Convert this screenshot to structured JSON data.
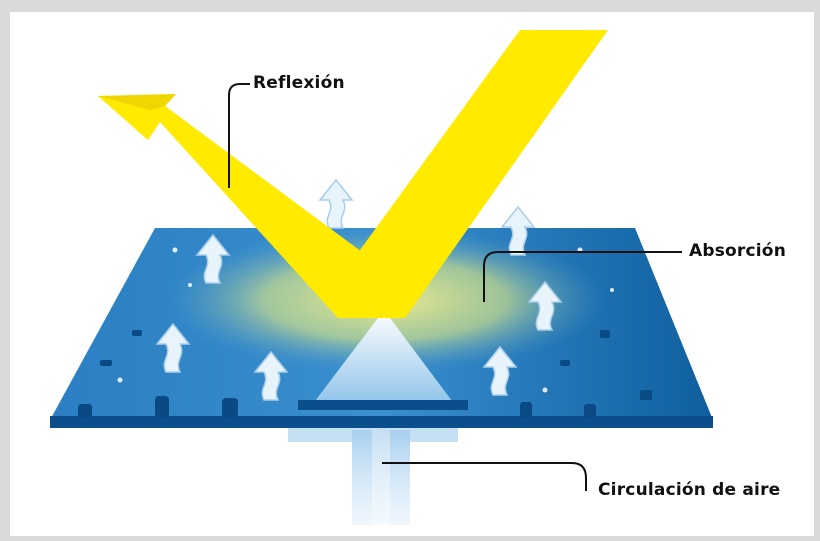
{
  "labels": {
    "reflection": "Reflexión",
    "absorption": "Absorción",
    "air_circulation": "Circulación de aire"
  },
  "colors": {
    "sunlight": "#ffea00",
    "fabric_dark": "#0b5fa3",
    "fabric_light": "#2f86c8",
    "air_flow": "#cfe6f7",
    "background": "#ffffff",
    "border": "#d9d9d9"
  },
  "icons": {
    "light_ray": "yellow-arrow-icon",
    "vapor": "wavy-up-arrow-icon"
  }
}
